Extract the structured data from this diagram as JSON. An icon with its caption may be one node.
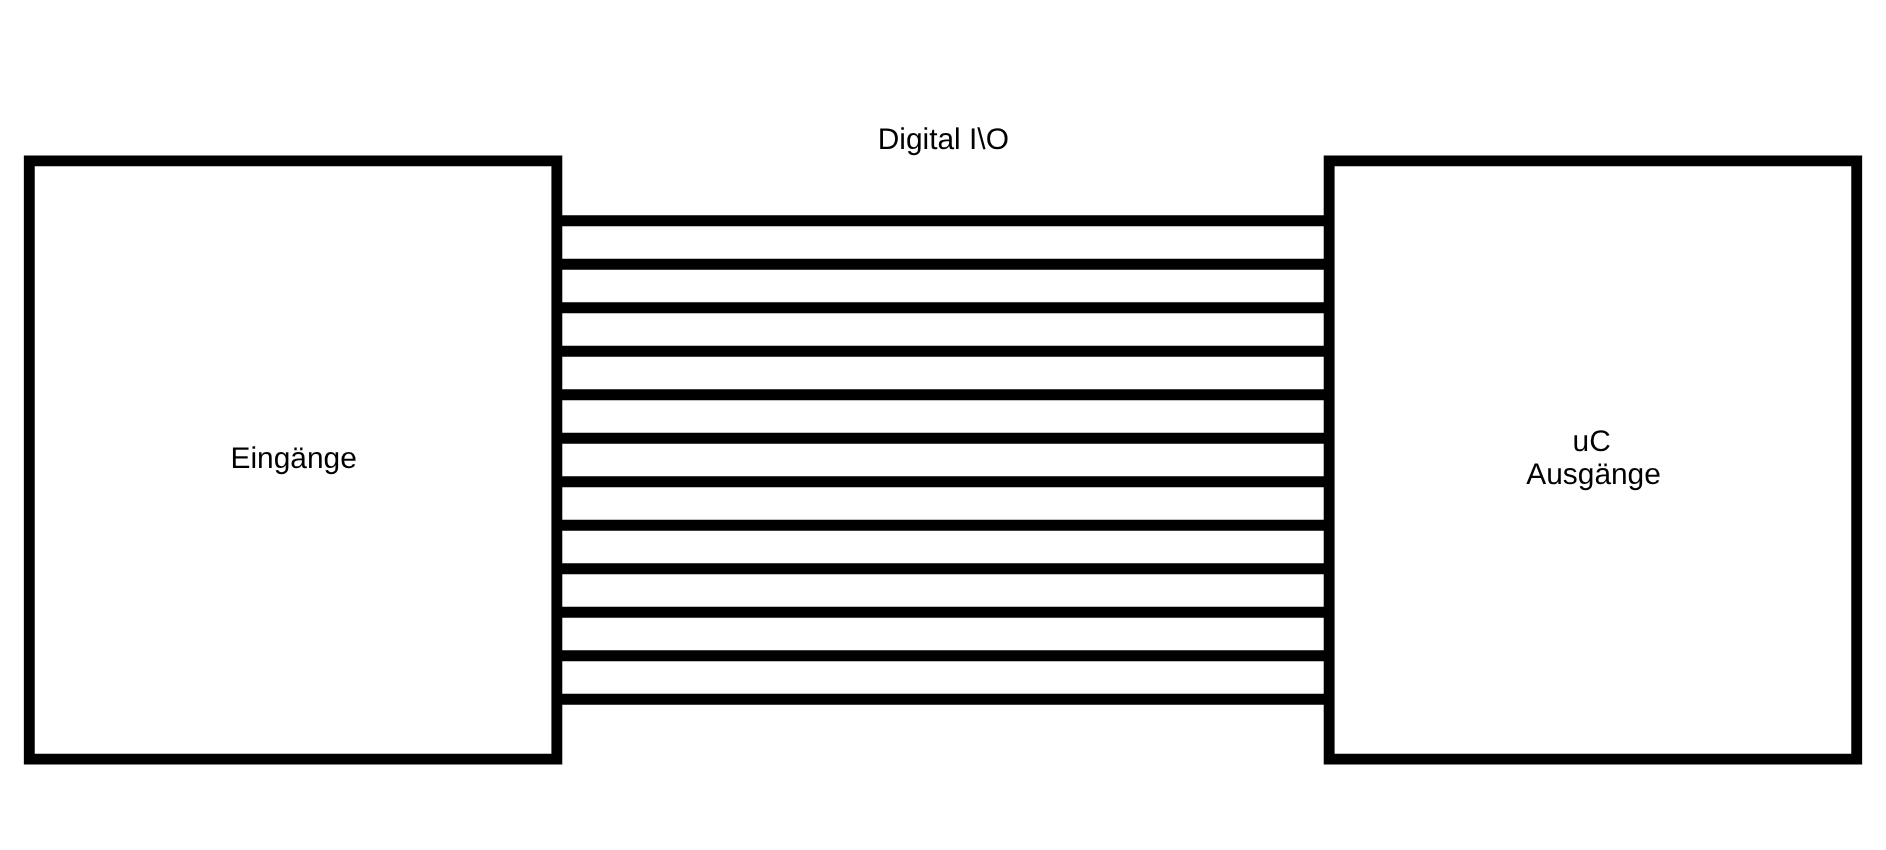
{
  "diagram": {
    "nodes": [
      {
        "text": [
          "Eingänge"
        ]
      },
      {
        "text": [
          "uC",
          "Ausgänge"
        ]
      }
    ],
    "edges": [
      {
        "from": 0,
        "to": 1,
        "arrow": "none"
      },
      {
        "from": 0,
        "to": 1,
        "arrow": "none"
      },
      {
        "from": 0,
        "to": 1,
        "arrow": "none"
      },
      {
        "from": 0,
        "to": 1,
        "arrow": "none"
      },
      {
        "from": 0,
        "to": 1,
        "arrow": "none"
      },
      {
        "from": 0,
        "to": 1,
        "arrow": "none"
      },
      {
        "from": 0,
        "to": 1,
        "arrow": "none"
      },
      {
        "from": 0,
        "to": 1,
        "arrow": "none"
      },
      {
        "from": 0,
        "to": 1,
        "arrow": "none"
      },
      {
        "from": 0,
        "to": 1,
        "arrow": "none"
      },
      {
        "from": 0,
        "to": 1,
        "arrow": "none"
      },
      {
        "from": 0,
        "to": 1,
        "arrow": "none"
      }
    ],
    "labels": [
      "Digital I\\O"
    ]
  }
}
